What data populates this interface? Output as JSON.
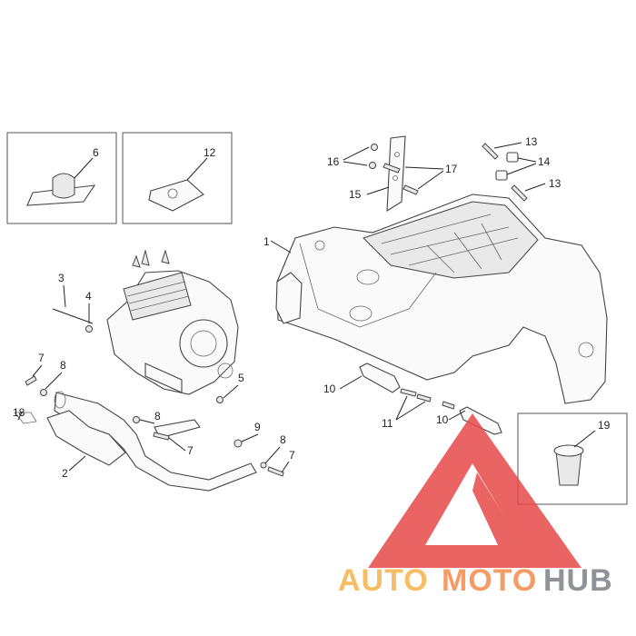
{
  "diagram": {
    "callouts": [
      "1",
      "2",
      "3",
      "4",
      "5",
      "6",
      "7",
      "8",
      "9",
      "10",
      "11",
      "12",
      "13",
      "14",
      "15",
      "16",
      "17",
      "18",
      "19"
    ],
    "extra_callouts": [
      "7",
      "7",
      "8",
      "8",
      "10",
      "13"
    ]
  },
  "watermark": {
    "text_auto": "AUTO",
    "text_moto": "MOTO",
    "text_hub": "HUB",
    "color_triangle": "#e8494a",
    "color_auto": "#f6b24a",
    "color_moto": "#f38a4c",
    "color_hub": "#7c7f86"
  }
}
